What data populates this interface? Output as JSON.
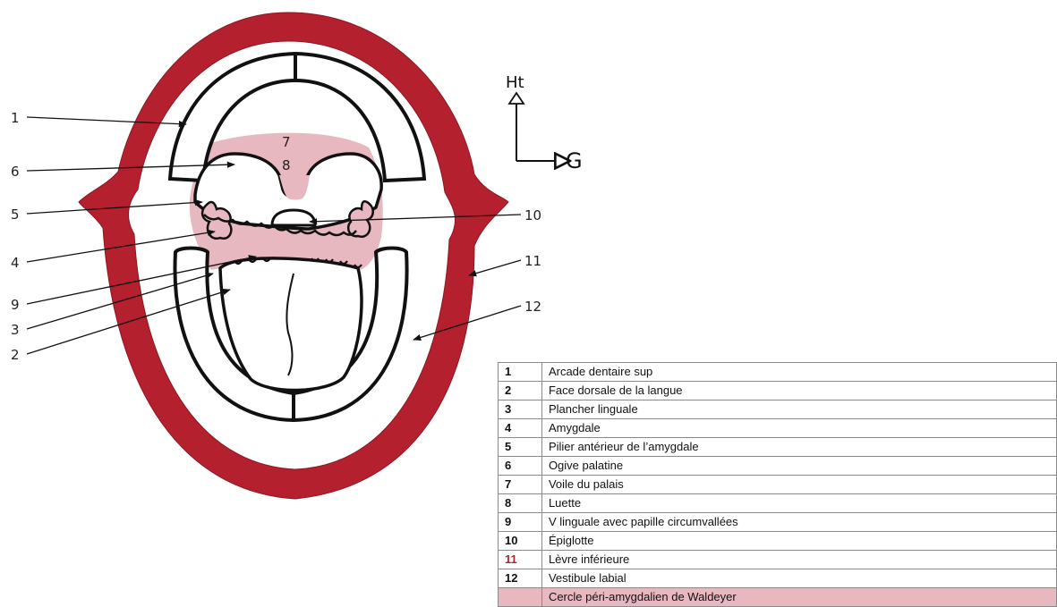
{
  "colors": {
    "lip": "#b5202f",
    "waldeyer": "#e7b8bf",
    "outline": "#111111",
    "highlight_number": "#b5202f"
  },
  "orientation": {
    "up": "Ht",
    "right": "G"
  },
  "callouts": [
    {
      "id": "1",
      "label": "1"
    },
    {
      "id": "6",
      "label": "6"
    },
    {
      "id": "5",
      "label": "5"
    },
    {
      "id": "4",
      "label": "4"
    },
    {
      "id": "9",
      "label": "9"
    },
    {
      "id": "3",
      "label": "3"
    },
    {
      "id": "2",
      "label": "2"
    },
    {
      "id": "10",
      "label": "10"
    },
    {
      "id": "11",
      "label": "11"
    },
    {
      "id": "12",
      "label": "12"
    },
    {
      "id": "7",
      "label": "7"
    },
    {
      "id": "8",
      "label": "8"
    }
  ],
  "legend": [
    {
      "num": "1",
      "text": "Arcade dentaire sup"
    },
    {
      "num": "2",
      "text": "Face dorsale de la langue"
    },
    {
      "num": "3",
      "text": "Plancher linguale"
    },
    {
      "num": "4",
      "text": "Amygdale"
    },
    {
      "num": "5",
      "text": "Pilier antérieur de l’amygdale"
    },
    {
      "num": "6",
      "text": "Ogive palatine"
    },
    {
      "num": "7",
      "text": "Voile du palais"
    },
    {
      "num": "8",
      "text": "Luette"
    },
    {
      "num": "9",
      "text": "V linguale avec papille circumvallées"
    },
    {
      "num": "10",
      "text": "Épiglotte"
    },
    {
      "num": "11",
      "text": "Lèvre inférieure",
      "highlight": true
    },
    {
      "num": "12",
      "text": "Vestibule labial"
    },
    {
      "num": "",
      "text": "Cercle péri-amygdalien de Waldeyer",
      "swatch": true
    }
  ]
}
